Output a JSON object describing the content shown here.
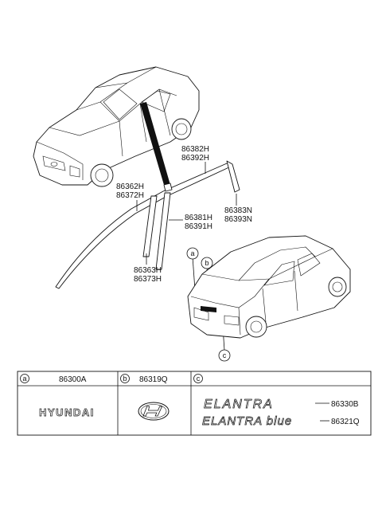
{
  "parts": {
    "upper_molding": [
      "86382H",
      "86392H"
    ],
    "front_molding": [
      "86362H",
      "86372H"
    ],
    "center_pillar": [
      "86381H",
      "86391H"
    ],
    "rear_corner": [
      "86383N",
      "86393N"
    ],
    "lower_strip": [
      "86363H",
      "86373H"
    ]
  },
  "callouts": {
    "a": "a",
    "b": "b",
    "c": "c"
  },
  "table": {
    "col_a": {
      "key": "a",
      "part": "86300A",
      "emblem": "HYUNDAI"
    },
    "col_b": {
      "key": "b",
      "part": "86319Q"
    },
    "col_c": {
      "key": "c",
      "rows": [
        {
          "part": "86330B",
          "emblem": "ELANTRA"
        },
        {
          "part": "86321Q",
          "emblem": "ELANTRA blue"
        }
      ]
    }
  }
}
